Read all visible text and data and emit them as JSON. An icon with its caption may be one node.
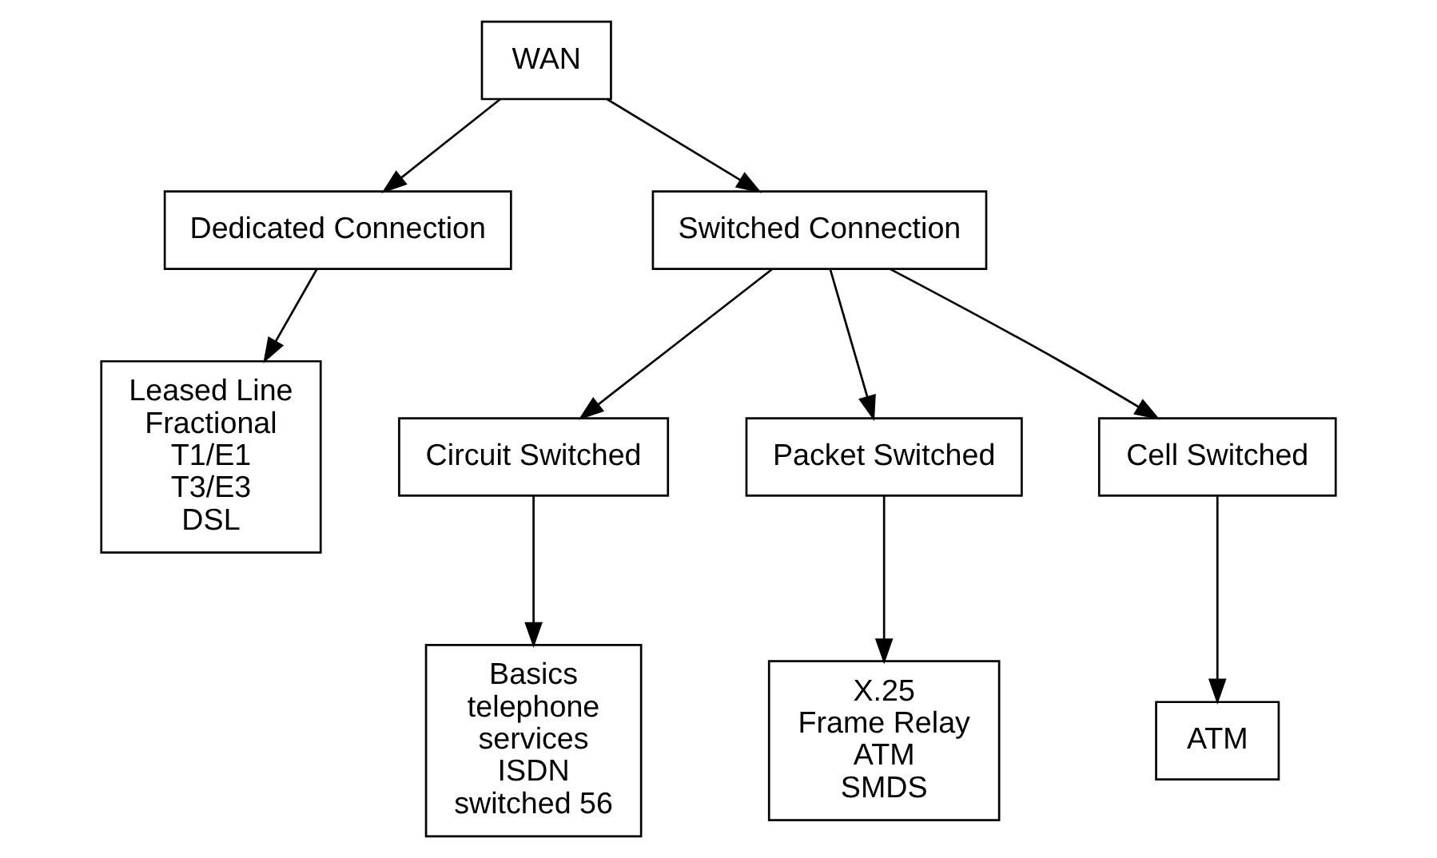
{
  "diagram": {
    "nodes": [
      {
        "text": [
          "WAN"
        ]
      },
      {
        "text": [
          "Dedicated Connection"
        ]
      },
      {
        "text": [
          "Switched Connection"
        ]
      },
      {
        "text": [
          "Leased Line Fractional T1/E1",
          "T3/E3",
          "DSL"
        ]
      },
      {
        "text": [
          "Circuit Switched"
        ]
      },
      {
        "text": [
          "Packet Switched"
        ]
      },
      {
        "text": [
          "Cell Switched"
        ]
      },
      {
        "text": [
          "Basics telephone services",
          "ISDN switched 56"
        ]
      },
      {
        "text": [
          "X.25",
          "Frame Relay",
          "ATM",
          "SMDS"
        ]
      },
      {
        "text": [
          "ATM"
        ]
      }
    ],
    "edges": [
      {
        "from": 0,
        "to": 1,
        "arrow": "to"
      },
      {
        "from": 0,
        "to": 2,
        "arrow": "to"
      },
      {
        "from": 1,
        "to": 3,
        "arrow": "to"
      },
      {
        "from": 2,
        "to": 4,
        "arrow": "to"
      },
      {
        "from": 2,
        "to": 5,
        "arrow": "to"
      },
      {
        "from": 2,
        "to": 6,
        "arrow": "to"
      },
      {
        "from": 4,
        "to": 7,
        "arrow": "to"
      },
      {
        "from": 5,
        "to": 8,
        "arrow": "to"
      },
      {
        "from": 6,
        "to": 9,
        "arrow": "to"
      }
    ]
  }
}
